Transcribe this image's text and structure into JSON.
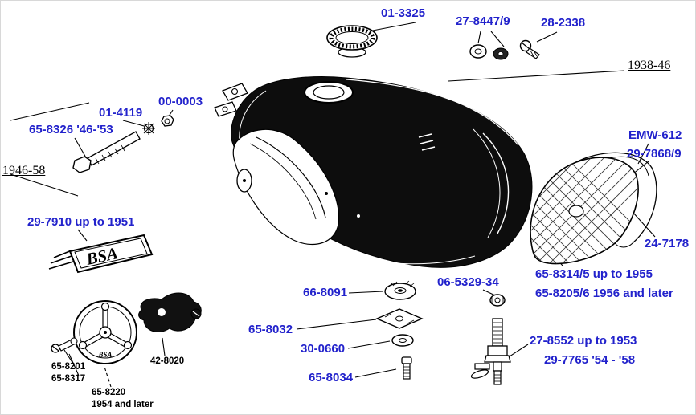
{
  "colors": {
    "label_blue": "#2222cc",
    "line_black": "#000000",
    "tank_black": "#0d0d0d"
  },
  "diagram": {
    "labels": {
      "cap": "01-3325",
      "cap_washers": "27-8447/9",
      "cap_screw": "28-2338",
      "years_1938_46": "1938-46",
      "nut": "00-0003",
      "star_washer": "01-4119",
      "tank_bolt": "65-8326 '46-'53",
      "years_1946_58": "1946-58",
      "kneegrip_emw": "EMW-612",
      "kneegrip_rubber": "29-7868/9",
      "wing_badge": "29-7910 up to 1951",
      "grille_clip": "24-7178",
      "grille_up_1955": "65-8314/5 up to 1955",
      "grille_1956_later": "65-8205/6 1956 and later",
      "grommet": "66-8091",
      "rear_nut": "06-5329-34",
      "mount_plate": "65-8032",
      "mount_washer": "30-0660",
      "mount_bolt": "65-8034",
      "fuel_tap_up_1953": "27-8552 up to 1953",
      "fuel_tap_54_58": "29-7765 '54 - '58",
      "badge_screw": "65-8201",
      "badge_washer": "65-8317",
      "round_badge": "65-8220",
      "round_badge_years": "1954 and later",
      "badge_bracket": "42-8020"
    },
    "badge": {
      "wing_text": "BSA",
      "round_text": "BSA"
    }
  }
}
